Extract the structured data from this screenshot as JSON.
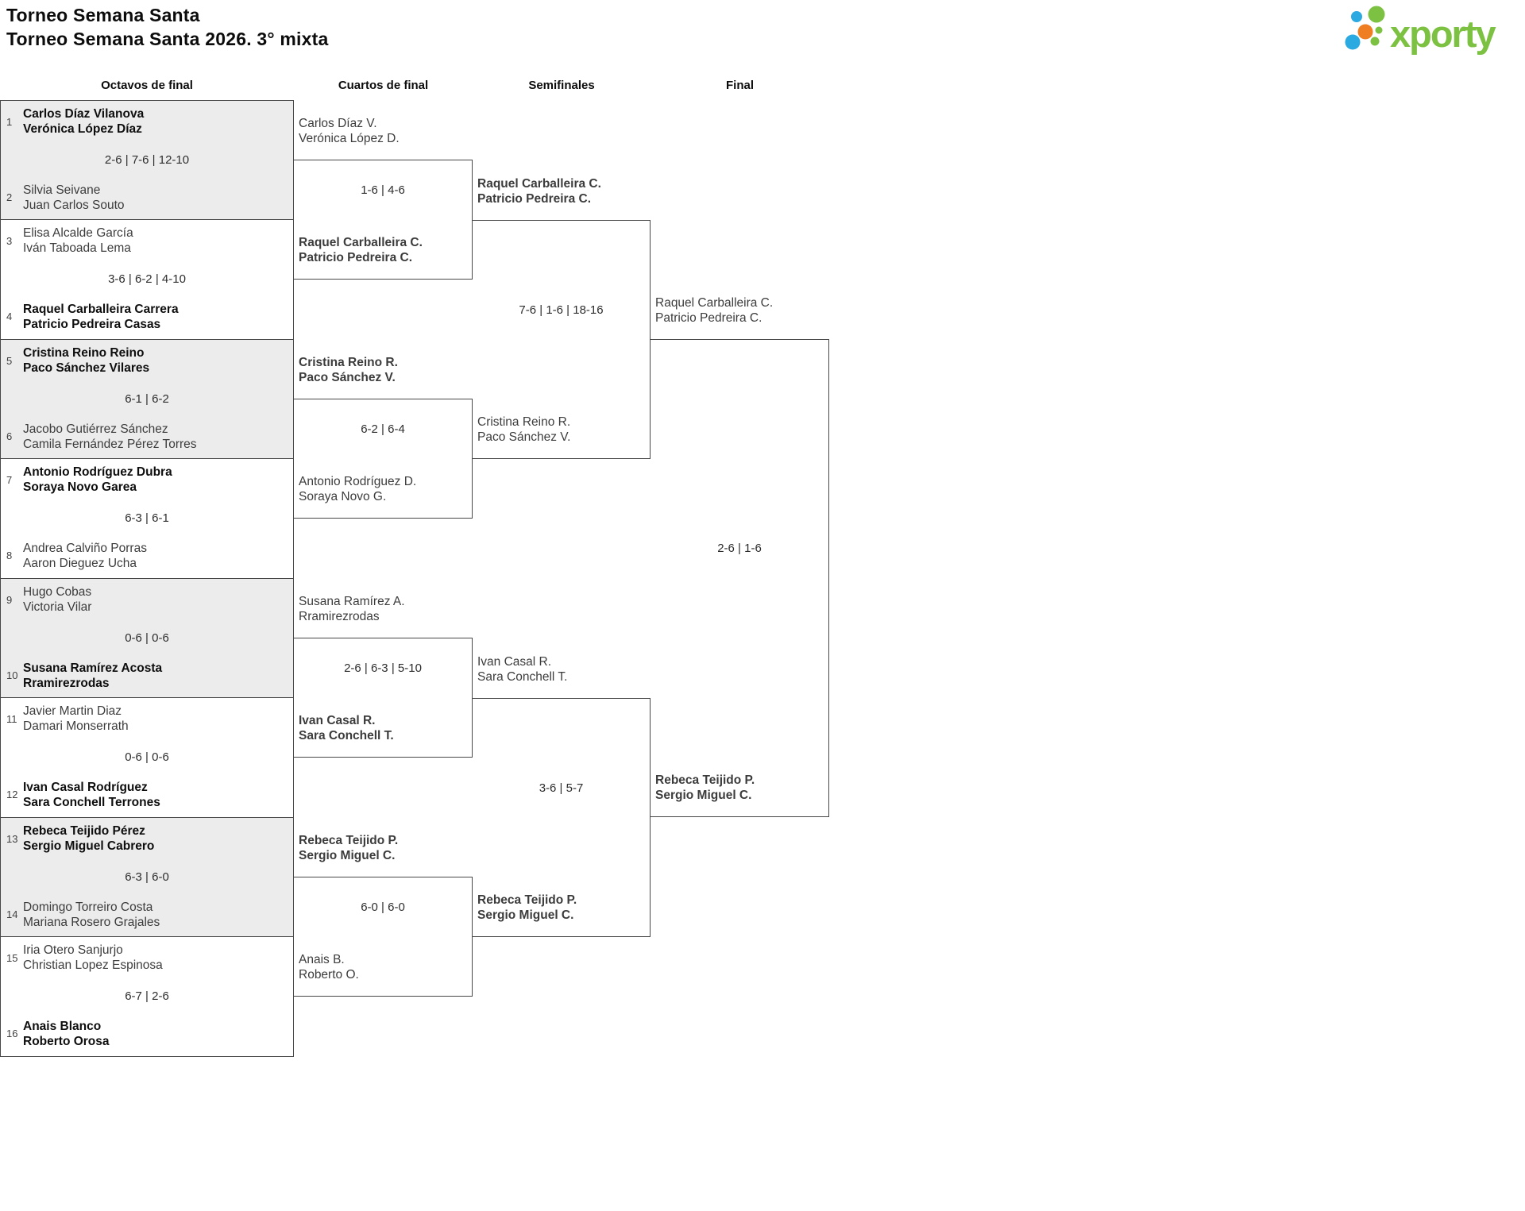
{
  "page": {
    "title": "Torneo Semana Santa",
    "subtitle": "Torneo Semana Santa 2026. 3° mixta"
  },
  "logo": {
    "text": "xporty",
    "green": "#7cc142",
    "blue": "#2ba9e1",
    "orange": "#ef7d22"
  },
  "rounds": [
    "Octavos de final",
    "Cuartos de final",
    "Semifinales",
    "Final"
  ],
  "octavos": [
    {
      "seed1": "1",
      "team1": [
        "Carlos Díaz Vilanova",
        "Verónica López Díaz"
      ],
      "score": "2-6 | 7-6 | 12-10",
      "seed2": "2",
      "team2": [
        "Silvia Seivane",
        "Juan Carlos Souto"
      ],
      "winner": "top"
    },
    {
      "seed1": "3",
      "team1": [
        "Elisa Alcalde García",
        "Iván Taboada Lema"
      ],
      "score": "3-6 | 6-2 | 4-10",
      "seed2": "4",
      "team2": [
        "Raquel Carballeira Carrera",
        "Patricio Pedreira Casas"
      ],
      "winner": "bottom"
    },
    {
      "seed1": "5",
      "team1": [
        "Cristina Reino Reino",
        "Paco Sánchez Vilares"
      ],
      "score": "6-1 | 6-2",
      "seed2": "6",
      "team2": [
        "Jacobo Gutiérrez Sánchez",
        "Camila Fernández Pérez Torres"
      ],
      "winner": "top"
    },
    {
      "seed1": "7",
      "team1": [
        "Antonio Rodríguez Dubra",
        "Soraya Novo Garea"
      ],
      "score": "6-3 | 6-1",
      "seed2": "8",
      "team2": [
        "Andrea Calviño Porras",
        "Aaron Dieguez Ucha"
      ],
      "winner": "top"
    },
    {
      "seed1": "9",
      "team1": [
        "Hugo Cobas",
        "Victoria Vilar"
      ],
      "score": "0-6 | 0-6",
      "seed2": "10",
      "team2": [
        "Susana Ramírez Acosta",
        "Rramirezrodas"
      ],
      "winner": "bottom"
    },
    {
      "seed1": "11",
      "team1": [
        "Javier Martin Diaz",
        "Damari Monserrath"
      ],
      "score": "0-6 | 0-6",
      "seed2": "12",
      "team2": [
        "Ivan Casal Rodríguez",
        "Sara Conchell Terrones"
      ],
      "winner": "bottom"
    },
    {
      "seed1": "13",
      "team1": [
        "Rebeca Teijido Pérez",
        "Sergio Miguel Cabrero"
      ],
      "score": "6-3 | 6-0",
      "seed2": "14",
      "team2": [
        "Domingo Torreiro Costa",
        "Mariana Rosero Grajales"
      ],
      "winner": "top"
    },
    {
      "seed1": "15",
      "team1": [
        "Iria Otero Sanjurjo",
        "Christian Lopez Espinosa"
      ],
      "score": "6-7 | 2-6",
      "seed2": "16",
      "team2": [
        "Anais Blanco",
        "Roberto Orosa"
      ],
      "winner": "bottom"
    }
  ],
  "cuartos": [
    {
      "team1": [
        "Carlos Díaz V.",
        "Verónica López D."
      ],
      "score": "1-6 | 4-6",
      "team2": [
        "Raquel Carballeira C.",
        "Patricio Pedreira C."
      ],
      "winner": "bottom"
    },
    {
      "team1": [
        "Cristina Reino R.",
        "Paco Sánchez V."
      ],
      "score": "6-2 | 6-4",
      "team2": [
        "Antonio Rodríguez D.",
        "Soraya Novo G."
      ],
      "winner": "top"
    },
    {
      "team1": [
        "Susana Ramírez A.",
        "Rramirezrodas"
      ],
      "score": "2-6 | 6-3 | 5-10",
      "team2": [
        "Ivan Casal R.",
        "Sara Conchell T."
      ],
      "winner": "bottom"
    },
    {
      "team1": [
        "Rebeca Teijido P.",
        "Sergio Miguel C."
      ],
      "score": "6-0 | 6-0",
      "team2": [
        "Anais B.",
        "Roberto O."
      ],
      "winner": "top"
    }
  ],
  "semifinales": [
    {
      "team1": [
        "Raquel Carballeira C.",
        "Patricio Pedreira C."
      ],
      "score": "7-6 | 1-6 | 18-16",
      "team2": [
        "Cristina Reino R.",
        "Paco Sánchez V."
      ],
      "winner": "top"
    },
    {
      "team1": [
        "Ivan Casal R.",
        "Sara Conchell T."
      ],
      "score": "3-6 | 5-7",
      "team2": [
        "Rebeca Teijido P.",
        "Sergio Miguel C."
      ],
      "winner": "bottom"
    }
  ],
  "final": {
    "team1": [
      "Raquel Carballeira C.",
      "Patricio Pedreira C."
    ],
    "score": "2-6 | 1-6",
    "team2": [
      "Rebeca Teijido P.",
      "Sergio Miguel C."
    ],
    "winner": "bottom"
  }
}
